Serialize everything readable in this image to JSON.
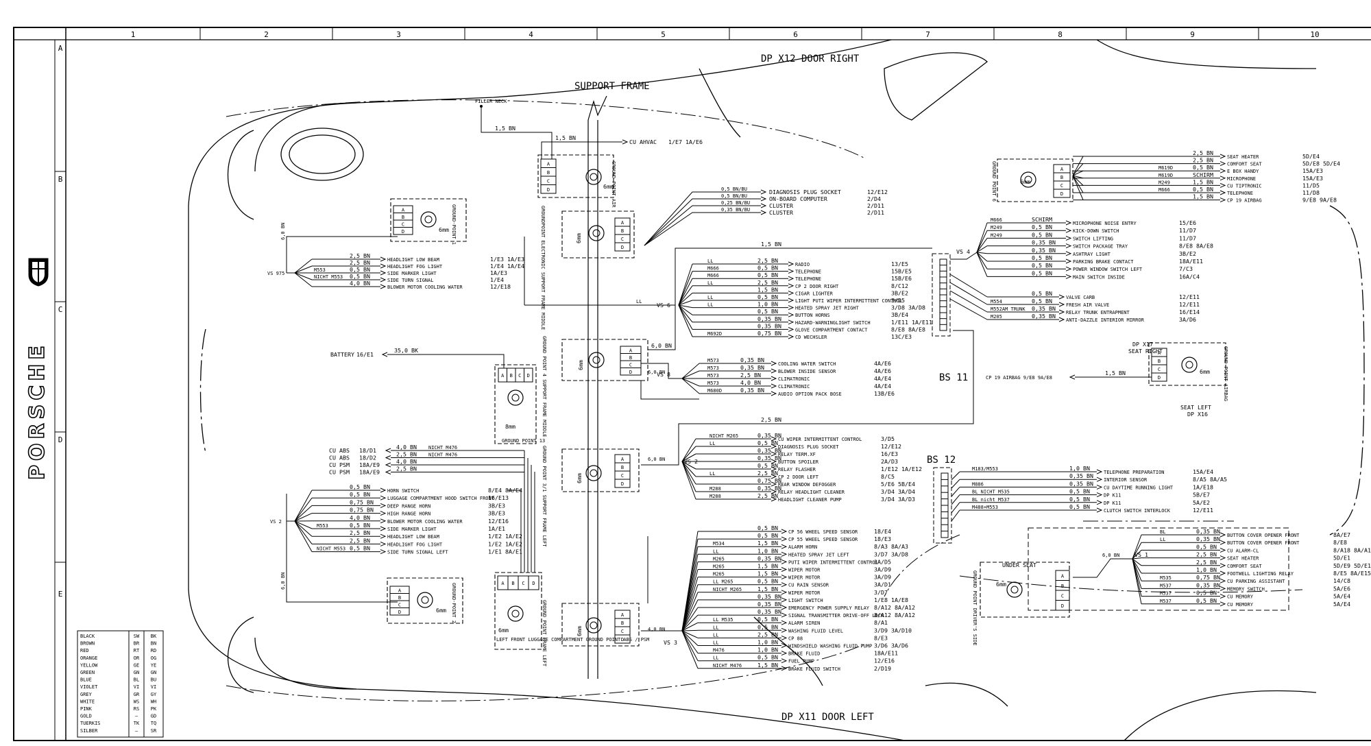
{
  "brand": "PORSCHE",
  "grid_columns": [
    "1",
    "2",
    "3",
    "4",
    "5",
    "6",
    "7",
    "8",
    "9",
    "10"
  ],
  "grid_rows": [
    "A",
    "B",
    "C",
    "D",
    "E"
  ],
  "titles": {
    "door_right": "DP X12  DOOR RIGHT",
    "door_left": "DP X11  DOOR LEFT",
    "support_frame": "SUPPORT FRAME",
    "filler_neck": "FILLER NECK",
    "bs11": "BS 11",
    "bs12": "BS 12",
    "dp_x17": "DP X17",
    "seat_right": "SEAT RIGHT",
    "seat_left": "SEAT LEFT",
    "dp_x16": "DP X16"
  },
  "grounds": [
    {
      "id": "gp1",
      "size": "6mm",
      "label": "GROUND-POINT 1"
    },
    {
      "id": "gp2",
      "size": "6mm",
      "label": "GROUND-POINT 2"
    },
    {
      "id": "gp13",
      "size": "8mm",
      "label": "GROUND POINT 13"
    },
    {
      "id": "gpair",
      "size": "6mm",
      "label": "GROUND-POINT AIR"
    },
    {
      "id": "gpmid",
      "size": "6mm",
      "label": "GROUNDPOINT ELECTRONIC SUPPORT FRAME MIDDLE"
    },
    {
      "id": "gp4",
      "size": "6mm",
      "label": "GROUND POINT 4 SUPPORT FRAME MIDDLE"
    },
    {
      "id": "gpleft",
      "size": "6mm",
      "label": "GROUND POINT 3/1 SUPPORT FRAME LEFT"
    },
    {
      "id": "gplow",
      "size": "6mm",
      "label": "GROUND POINT FRAME LEFT"
    },
    {
      "id": "gpluggage",
      "size": "6mm",
      "label": "LEFT FRONT LUGGAGE COMPARTMENT GROUND POINT ABS / PSM"
    },
    {
      "id": "gp6",
      "size": "6mm",
      "label": "GROUND POINT 6"
    },
    {
      "id": "gpairbag",
      "size": "6mm",
      "label": "GROUND-POINT AIRBAG"
    },
    {
      "id": "gpseat",
      "size": "6mm",
      "label": "GROUND POINT DRIVER'S SIDE"
    }
  ],
  "blocks": {
    "vs975": {
      "label": "VS 975",
      "rows": [
        {
          "code": "",
          "wire": "2,5 BN",
          "text": "HEADLIGHT LOW BEAM",
          "ref": "1/E3 1A/E3"
        },
        {
          "code": "",
          "wire": "2,5 BN",
          "text": "HEADLIGHT FOG LIGHT",
          "ref": "1/E4 1A/E4"
        },
        {
          "code": "M553",
          "wire": "0,5 BN",
          "text": "SIDE MARKER LIGHT",
          "ref": "1A/E3"
        },
        {
          "code": "NICHT M553",
          "wire": "0,5 BN",
          "text": "SIDE TURN SIGNAL",
          "ref": "1/E4"
        },
        {
          "code": "",
          "wire": "4,0 BN",
          "text": "BLOWER MOTOR COOLING WATER",
          "ref": "12/E18"
        }
      ]
    },
    "vs2": {
      "label": "VS 2",
      "rows": [
        {
          "code": "",
          "wire": "0,5 BN",
          "text": "HORN SWITCH",
          "ref": "8/E4 8A/E4"
        },
        {
          "code": "",
          "wire": "0,5 BN",
          "text": "LUGGAGE COMPARTMENT HOOD SWITCH FRONT",
          "ref": "16/E13"
        },
        {
          "code": "",
          "wire": "0,75 BN",
          "text": "DEEP RANGE  HORN",
          "ref": "3B/E3"
        },
        {
          "code": "",
          "wire": "0,75 BN",
          "text": "HIGH RANGE  HORN",
          "ref": "3B/E3"
        },
        {
          "code": "",
          "wire": "4,0 BN",
          "text": "BLOWER MOTOR COOLING WATER",
          "ref": "12/E16"
        },
        {
          "code": "M553",
          "wire": "0,5 BN",
          "text": "SIDE MARKER LIGHT",
          "ref": "1A/E1"
        },
        {
          "code": "",
          "wire": "2,5 BN",
          "text": "HEADLIGHT LOW  BEAM",
          "ref": "1/E2 1A/E2"
        },
        {
          "code": "",
          "wire": "2,5 BN",
          "text": "HEADLIGHT FOG LIGHT",
          "ref": "1/E2 1A/E2"
        },
        {
          "code": "NICHT M553",
          "wire": "0,5 BN",
          "text": "SIDE TURN SIGNAL LEFT",
          "ref": "1/E1 8A/E1"
        }
      ]
    },
    "cuabs": {
      "rows": [
        {
          "name": "CU ABS",
          "ref": "18/D1",
          "wire": "4,0 BN",
          "code": "NICHT M476"
        },
        {
          "name": "CU ABS",
          "ref": "18/D2",
          "wire": "2,5 BN",
          "code": "NICHT M476"
        },
        {
          "name": "CU PSM",
          "ref": "18A/E9",
          "wire": "4,0 BN",
          "code": ""
        },
        {
          "name": "CU PSM",
          "ref": "18A/E9",
          "wire": "2,5 BN",
          "code": ""
        }
      ]
    },
    "battery": {
      "name": "BATTERY",
      "ref": "16/E1",
      "wire": "35,0 BK"
    },
    "filler": {
      "wire": "1,5 BN"
    },
    "cuahvac": {
      "wire": "1,5 BN",
      "text": "CU AHVAC",
      "ref": "1/E7 1A/E6"
    },
    "diag": {
      "rows": [
        {
          "wire": "0,5 BN/BU",
          "text": "DIAGNOSIS PLUG SOCKET",
          "ref": "12/E12"
        },
        {
          "wire": "0,5 BN/BU",
          "text": "ON-BOARD COMPUTER",
          "ref": "2/D4"
        },
        {
          "wire": "0,25 BN/BU",
          "text": "CLUSTER",
          "ref": "2/D11"
        },
        {
          "wire": "0,35 BN/BU",
          "text": "CLUSTER",
          "ref": "2/D11"
        }
      ]
    },
    "vs6": {
      "label": "VS 6",
      "lead": "1,5 BN",
      "ll": "LL",
      "rows": [
        {
          "code": "LL",
          "wire": "2,5 BN",
          "text": "RADIO",
          "ref": "13/E5"
        },
        {
          "code": "M666",
          "wire": "0,5 BN",
          "text": "TELEPHONE",
          "ref": "15B/E5"
        },
        {
          "code": "M666",
          "wire": "0,5 BN",
          "text": "TELEPHONE",
          "ref": "15B/E6"
        },
        {
          "code": "LL",
          "wire": "2,5 BN",
          "text": "CP 2  DOOR RIGHT",
          "ref": "8/C12"
        },
        {
          "code": "",
          "wire": "1,5 BN",
          "text": "CIGAR LIGHTER",
          "ref": "3B/E2"
        },
        {
          "code": "LL",
          "wire": "0,5 BN",
          "text": "LIGHT  PUTI WIPER INTERMITTENT CONTROL",
          "ref": "3/D5"
        },
        {
          "code": "LL",
          "wire": "1,0 BN",
          "text": "HEATED SPRAY JET RIGHT",
          "ref": "3/D8 3A/D8"
        },
        {
          "code": "",
          "wire": "0,5 BN",
          "text": "BUTTON HORNS",
          "ref": "3B/E4"
        },
        {
          "code": "",
          "wire": "0,35 BN",
          "text": "HAZARD-WARNINGLIGHT SWITCH",
          "ref": "1/E11 1A/E11"
        },
        {
          "code": "",
          "wire": "0,35 BN",
          "text": "GLOVE COMPARTMENT CONTACT",
          "ref": "8/E8 8A/E8"
        },
        {
          "code": "M692D",
          "wire": "0,75 BN",
          "text": "CD WECHSLER",
          "ref": "13C/E3"
        }
      ]
    },
    "main6": {
      "wire": "6,0 BN"
    },
    "vs8": {
      "label": "VS 8",
      "wire": "6,0 BN",
      "rows": [
        {
          "code": "M573",
          "wire": "0,35 BN",
          "text": "COOLING WATER SWITCH",
          "ref": "4A/E6"
        },
        {
          "code": "M573",
          "wire": "0,35 BN",
          "text": "BLOWER INSIDE  SENSOR",
          "ref": "4A/E6"
        },
        {
          "code": "M573",
          "wire": "2,5 BN",
          "text": "CLIMATRONIC",
          "ref": "4A/E4"
        },
        {
          "code": "M573",
          "wire": "4,0 BN",
          "text": "CLIMATRONIC",
          "ref": "4A/E4"
        },
        {
          "code": "M680D",
          "wire": "0,35 BN",
          "text": "AUDIO OPTION PACK BOSE",
          "ref": "13B/E6"
        }
      ]
    },
    "bs12lead": {
      "wire": "2,5 BN"
    },
    "vs2b": {
      "label": "VS 2",
      "wire": "6,0 BN",
      "rows": [
        {
          "code": "NICHT M265",
          "wire": "0,35 BN",
          "text": "CU WIPER INTERMITTENT CONTROL",
          "ref": "3/D5"
        },
        {
          "code": "LL",
          "wire": "0,5 BN",
          "text": "DIAGNOSIS PLUG SOCKET",
          "ref": "12/E12"
        },
        {
          "code": "",
          "wire": "0,35 BN",
          "text": "RELAY TERM.XF",
          "ref": "16/E3"
        },
        {
          "code": "",
          "wire": "0,35 BN",
          "text": "BUTTON SPOILER",
          "ref": "2A/D3"
        },
        {
          "code": "",
          "wire": "0,5 BN",
          "text": "RELAY FLASHER",
          "ref": "1/E12 1A/E12"
        },
        {
          "code": "LL",
          "wire": "2,5 BN",
          "text": "CP 2  DOOR LEFT",
          "ref": "8/C5"
        },
        {
          "code": "",
          "wire": "0,75 BN",
          "text": "REAR WINDOW DEFOGGER",
          "ref": "5/E6 5B/E4"
        },
        {
          "code": "M288",
          "wire": "0,35 BN",
          "text": "RELAY  HEADLIGHT CLEANER",
          "ref": "3/D4 3A/D4"
        },
        {
          "code": "M288",
          "wire": "2,5 BN",
          "text": "HEADLIGHT CLEANER PUMP",
          "ref": "3/D4 3A/D3"
        }
      ]
    },
    "vs3": {
      "label": "VS 3",
      "wire": "4,0 BN",
      "rows": [
        {
          "code": "",
          "wire": "0,5 BN",
          "text": "CP 56 WHEEL SPEED SENSOR",
          "ref": "18/E4"
        },
        {
          "code": "",
          "wire": "0,5 BN",
          "text": "CP 55 WHEEL SPEED SENSOR",
          "ref": "18/E3"
        },
        {
          "code": "M534",
          "wire": "1,5 BN",
          "text": "ALARM HORN",
          "ref": "8/A3 8A/A3"
        },
        {
          "code": "LL",
          "wire": "1,0 BN",
          "text": "HEATED SPRAY JET LEFT",
          "ref": "3/D7 3A/D8"
        },
        {
          "code": "M265",
          "wire": "0,35 BN",
          "text": "PUTI  WIPER  INTERMITTENT CONTROL",
          "ref": "3A/D5"
        },
        {
          "code": "M265",
          "wire": "1,5 BN",
          "text": "WIPER MOTOR",
          "ref": "3A/D9"
        },
        {
          "code": "M265",
          "wire": "1,5 BN",
          "text": "WIPER MOTOR",
          "ref": "3A/D9"
        },
        {
          "code": "LL M265",
          "wire": "0,5 BN",
          "text": "CU RAIN SENSOR",
          "ref": "3A/D1"
        },
        {
          "code": "NICHT M265",
          "wire": "1,5 BN",
          "text": "WIPER MOTOR",
          "ref": "3/D7"
        },
        {
          "code": "",
          "wire": "0,35 BN",
          "text": "LIGHT SWITCH",
          "ref": "1/E8 1A/E8"
        },
        {
          "code": "",
          "wire": "0,35 BN",
          "text": "EMERGENCY POWER SUPPLY RELAY",
          "ref": "8/A12 8A/A12"
        },
        {
          "code": "",
          "wire": "0,35 BN",
          "text": "SIGNAL TRANSMITTER DRIVE-OFF LOCK",
          "ref": "8/A12 8A/A12"
        },
        {
          "code": "LL M535",
          "wire": "0,5 BN",
          "text": "ALARM SIREN",
          "ref": "8/A1"
        },
        {
          "code": "LL",
          "wire": "0,5 BN",
          "text": "WASHING FLUID LEVEL",
          "ref": "3/D9 3A/D10"
        },
        {
          "code": "LL",
          "wire": "2,5 BN",
          "text": "CP 88",
          "ref": "8/E3"
        },
        {
          "code": "LL",
          "wire": "1,0 BN",
          "text": "WINDSHIELD WASHING FLUID PUMP",
          "ref": "3/D6 3A/D6"
        },
        {
          "code": "M476",
          "wire": "1,0 BN",
          "text": "BRAKE FLUID",
          "ref": "18A/E11"
        },
        {
          "code": "LL",
          "wire": "0,5 BN",
          "text": "FUEL PUMP",
          "ref": "12/E16"
        },
        {
          "code": "NICHT M476",
          "wire": "1,5 BN",
          "text": "BRAKE FLUID SWITCH",
          "ref": "2/D19"
        }
      ]
    },
    "vs4": {
      "label": "VS 4",
      "rows": [
        {
          "code": "M666",
          "wire": "SCHIRM",
          "text": "MICROPHONE NOISE ENTRY",
          "ref": "15/E6"
        },
        {
          "code": "M249",
          "wire": "0,5 BN",
          "text": "KICK-DOWN SWITCH",
          "ref": "11/D7"
        },
        {
          "code": "M249",
          "wire": "0,5 BN",
          "text": "SWITCH LIFTING",
          "ref": "11/D7"
        },
        {
          "code": "",
          "wire": "0,35 BN",
          "text": "SWITCH PACKAGE TRAY",
          "ref": "8/E8 8A/E8"
        },
        {
          "code": "",
          "wire": "0,35 BN",
          "text": "ASHTRAY LIGHT",
          "ref": "3B/E2"
        },
        {
          "code": "",
          "wire": "0,5 BN",
          "text": "PARKING BRAKE CONTACT",
          "ref": "18A/E11"
        },
        {
          "code": "",
          "wire": "0,5 BN",
          "text": "POWER WINDOW SWITCH LEFT",
          "ref": "7/C3"
        },
        {
          "code": "",
          "wire": "0,5 BN",
          "text": "MAIN SWITCH  INSIDE",
          "ref": "16A/C4"
        }
      ]
    },
    "bs11right": {
      "rows": [
        {
          "code": "",
          "wire": "0,5 BN",
          "text": "VALVE CARB",
          "ref": "12/E11"
        },
        {
          "code": "M554",
          "wire": "0,5 BN",
          "text": "FRESH AIR  VALVE",
          "ref": "12/E11"
        },
        {
          "code": "M552AM TRUNK",
          "wire": "0,35 BN",
          "text": "RELAY TRUNK ENTRAPMENT",
          "ref": "16/E14"
        },
        {
          "code": "M205",
          "wire": "0,35 BN",
          "text": "ANTI-DAZZLE INTERIOR MIRROR",
          "ref": "3A/D6"
        }
      ]
    },
    "gp6rows": {
      "rows": [
        {
          "code": "",
          "wire": "2,5 BN",
          "text": "SEAT HEATER",
          "ref": "5D/E4"
        },
        {
          "code": "",
          "wire": "2,5 BN",
          "text": "COMFORT SEAT",
          "ref": "5D/E8 5D/E4"
        },
        {
          "code": "M619D",
          "wire": "0,5 BN",
          "text": "E BOX HANDY",
          "ref": "15A/E3"
        },
        {
          "code": "M619D",
          "wire": "SCHIRM",
          "text": "MICROPHONE",
          "ref": "15A/E3"
        },
        {
          "code": "M249",
          "wire": "1,5 BN",
          "text": "CU TIPTRONIC",
          "ref": "11/D5"
        },
        {
          "code": "M666",
          "wire": "0,5 BN",
          "text": "TELEPHONE",
          "ref": "11/D8"
        },
        {
          "code": "",
          "wire": "1,5 BN",
          "text": "CP 19 AIRBAG",
          "ref": "9/E8 9A/E8"
        }
      ]
    },
    "airbag": {
      "text": "CP 19 AIRBAG 9/E8 9A/E8",
      "wire": "1,5 BN"
    },
    "bs12right": {
      "rows": [
        {
          "code": "M183/M553",
          "wire": "1,0 BN",
          "text": "TELEPHONE PREPARATION",
          "ref": "15A/E4"
        },
        {
          "code": "",
          "wire": "0,35 BN",
          "text": "INTERIOR SENSOR",
          "ref": "8/A5 8A/A5"
        },
        {
          "code": "M886",
          "wire": "0,35 BN",
          "text": "CU DAYTIME RUNNING LIGHT",
          "ref": "1A/E18"
        },
        {
          "code": "BL NICHT M535",
          "wire": "0,5 BN",
          "text": "DP K11",
          "ref": "5B/E7"
        },
        {
          "code": "BL nicht M537",
          "wire": "0,5 BN",
          "text": "DP K11",
          "ref": "5A/E2"
        },
        {
          "code": "M488+M553",
          "wire": "0,5 BN",
          "text": "CLUTCH SWITCH INTERLOCK",
          "ref": "12/E11"
        }
      ]
    },
    "vs1": {
      "label": "VS 1",
      "wire": "6,0 BN",
      "under": "UNDER SEAT",
      "rows": [
        {
          "code": "BL",
          "wire": "0,35 BN",
          "text": "BUTTON COVER OPENER FRONT",
          "ref": "8A/E7"
        },
        {
          "code": "LL",
          "wire": "0,35 BN",
          "text": "BUTTON COVER OPENER FRONT",
          "ref": "8/E8"
        },
        {
          "code": "",
          "wire": "0,5 BN",
          "text": "CU ALARM-CL",
          "ref": "8/A18 8A/A16"
        },
        {
          "code": "",
          "wire": "2,5 BN",
          "text": "SEAT HEATER",
          "ref": "5D/E1"
        },
        {
          "code": "",
          "wire": "2,5 BN",
          "text": "COMFORT SEAT",
          "ref": "5D/E9 5D/E1"
        },
        {
          "code": "",
          "wire": "1,0 BN",
          "text": "FOOTWELL LIGHTING RELAY",
          "ref": "8/E5 8A/E15"
        },
        {
          "code": "M535",
          "wire": "0,75 BN",
          "text": "CU PARKING ASSISTANT",
          "ref": "14/C8"
        },
        {
          "code": "M537",
          "wire": "0,35 BN",
          "text": "MEMORY SWITCH",
          "ref": "5A/E6"
        },
        {
          "code": "M537",
          "wire": "0,5 BN",
          "text": "CU MEMORY",
          "ref": "5A/E4"
        },
        {
          "code": "M537",
          "wire": "0,5 BN",
          "text": "CU MEMORY",
          "ref": "5A/E4"
        }
      ]
    }
  },
  "legend": [
    {
      "name": "BLACK",
      "de": "SW",
      "code": "BK"
    },
    {
      "name": "BROWN",
      "de": "BR",
      "code": "BN"
    },
    {
      "name": "RED",
      "de": "RT",
      "code": "RD"
    },
    {
      "name": "ORANGE",
      "de": "OR",
      "code": "OG"
    },
    {
      "name": "YELLOW",
      "de": "GE",
      "code": "YE"
    },
    {
      "name": "GREEN",
      "de": "GN",
      "code": "GN"
    },
    {
      "name": "BLUE",
      "de": "BL",
      "code": "BU"
    },
    {
      "name": "VIOLET",
      "de": "VI",
      "code": "VI"
    },
    {
      "name": "GREY",
      "de": "GR",
      "code": "GY"
    },
    {
      "name": "WHITE",
      "de": "WS",
      "code": "WH"
    },
    {
      "name": "PINK",
      "de": "RS",
      "code": "PK"
    },
    {
      "name": "GOLD",
      "de": "—",
      "code": "GD"
    },
    {
      "name": "TUERKIS",
      "de": "TK",
      "code": "TQ"
    },
    {
      "name": "SILBER",
      "de": "—",
      "code": "SR"
    }
  ],
  "pin_letters": [
    "A",
    "B",
    "C",
    "D"
  ]
}
